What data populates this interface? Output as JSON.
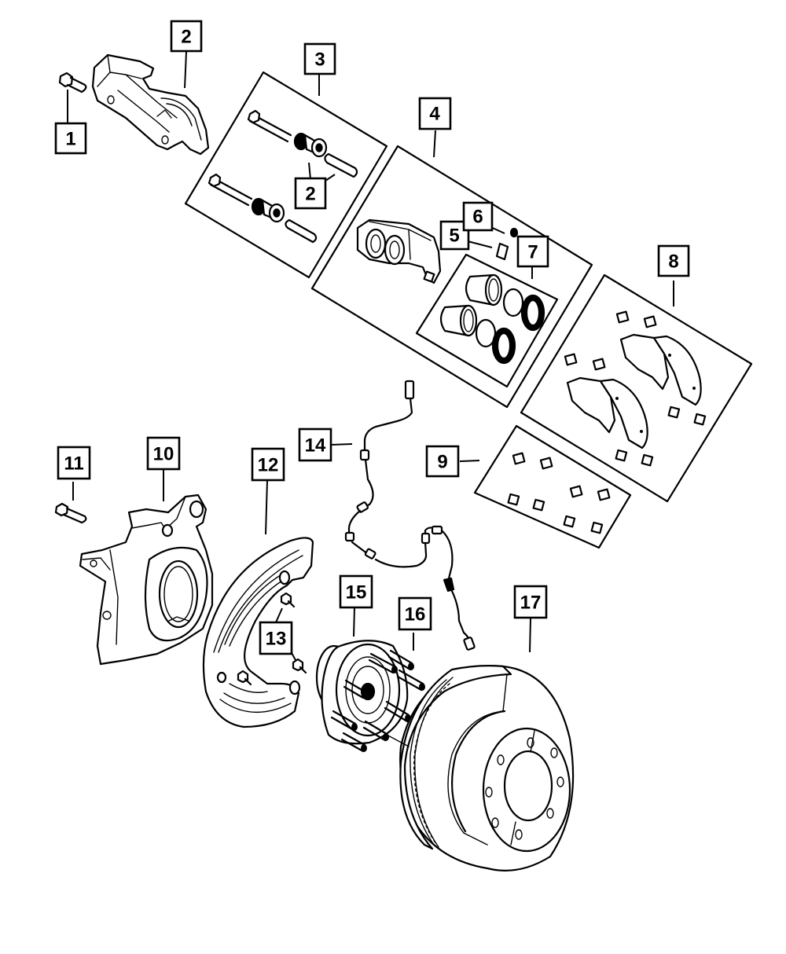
{
  "diagram": {
    "title": "Front Brake Assembly (exploded view)",
    "background_color": "#ffffff",
    "line_color": "#000000",
    "callouts": [
      {
        "id": "c1",
        "label": "1",
        "part": "Caliper mounting bolt"
      },
      {
        "id": "c2a",
        "label": "2",
        "part": "Caliper adapter / anchor bracket"
      },
      {
        "id": "c3",
        "label": "3",
        "part": "Caliper pin / bushing kit"
      },
      {
        "id": "c2b",
        "label": "2",
        "part": "Guide pin bushings (within kit 3)"
      },
      {
        "id": "c4",
        "label": "4",
        "part": "Disc brake caliper"
      },
      {
        "id": "c5",
        "label": "5",
        "part": "Bleeder screw"
      },
      {
        "id": "c6",
        "label": "6",
        "part": "Bleeder cap"
      },
      {
        "id": "c7",
        "label": "7",
        "part": "Caliper piston / seal kit"
      },
      {
        "id": "c8",
        "label": "8",
        "part": "Brake pad kit"
      },
      {
        "id": "c9",
        "label": "9",
        "part": "Pad clip / hardware kit"
      },
      {
        "id": "c10",
        "label": "10",
        "part": "Steering knuckle"
      },
      {
        "id": "c11",
        "label": "11",
        "part": "Knuckle bolt"
      },
      {
        "id": "c12",
        "label": "12",
        "part": "Brake dust shield"
      },
      {
        "id": "c13",
        "label": "13",
        "part": "Shield screws"
      },
      {
        "id": "c14",
        "label": "14",
        "part": "Wheel speed sensor wiring"
      },
      {
        "id": "c15",
        "label": "15",
        "part": "Hub and bearing"
      },
      {
        "id": "c16",
        "label": "16",
        "part": "Wheel studs"
      },
      {
        "id": "c17",
        "label": "17",
        "part": "Brake rotor"
      }
    ]
  }
}
